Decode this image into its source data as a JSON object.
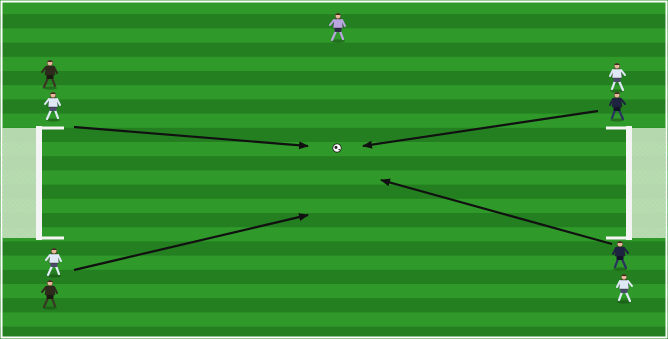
{
  "diagram": {
    "kind": "soccer-drill",
    "colors": {
      "stripe_light": "#2f9a2a",
      "stripe_dark": "#237f1f",
      "border": "#ffffff",
      "arrow": "#111111",
      "goal_net": "#cfe7c8",
      "goal_post": "#f4f4f4"
    },
    "goals": [
      {
        "side": "left",
        "icon": "goal-icon"
      },
      {
        "side": "right",
        "icon": "goal-icon"
      }
    ],
    "players": [
      {
        "role": "goalkeeper",
        "kit": "purple",
        "icon": "goalkeeper-icon"
      },
      {
        "role": "player",
        "kit": "dark",
        "icon": "player-icon"
      },
      {
        "role": "player",
        "kit": "light-blue",
        "icon": "player-icon"
      },
      {
        "role": "player",
        "kit": "light-blue",
        "icon": "player-icon"
      },
      {
        "role": "player",
        "kit": "dark",
        "icon": "player-icon"
      },
      {
        "role": "player",
        "kit": "light-blue",
        "icon": "player-icon"
      },
      {
        "role": "player",
        "kit": "navy",
        "icon": "player-icon"
      },
      {
        "role": "player",
        "kit": "navy",
        "icon": "player-icon"
      },
      {
        "role": "player",
        "kit": "light-blue",
        "icon": "player-icon"
      }
    ],
    "ball": {
      "icon": "soccer-ball-icon"
    },
    "arrows": [
      {
        "meaning": "pass-direction"
      },
      {
        "meaning": "pass-direction"
      },
      {
        "meaning": "pass-direction"
      },
      {
        "meaning": "pass-direction"
      }
    ]
  }
}
